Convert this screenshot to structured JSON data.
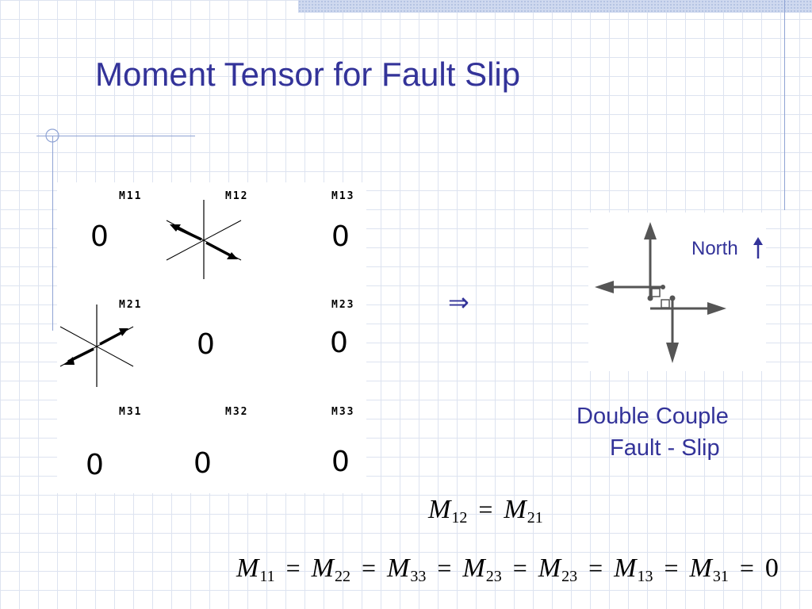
{
  "slide": {
    "title": "Moment Tensor for Fault Slip",
    "implies_symbol": "⇒",
    "north_label": "North",
    "double_couple_line1": "Double Couple",
    "double_couple_line2": "Fault - Slip"
  },
  "matrix": {
    "labels": {
      "m11": "M11",
      "m12": "M12",
      "m13": "M13",
      "m21": "M21",
      "m23": "M23",
      "m31": "M31",
      "m32": "M32",
      "m33": "M33"
    },
    "zero": "0"
  },
  "equations": {
    "eq1": {
      "m": "M",
      "sub_a": "12",
      "eq": "=",
      "sub_b": "21"
    },
    "eq2": {
      "m": "M",
      "subs": [
        "11",
        "22",
        "33",
        "23",
        "23",
        "13",
        "31"
      ],
      "eq": "=",
      "zero": "0"
    }
  },
  "icons": {
    "ornament": "crosshair-ornament-icon",
    "north": "north-arrow-icon",
    "double_couple": "double-couple-diagram-icon"
  },
  "colors": {
    "title": "#333399",
    "accent_line": "#8fa3d4",
    "grid": "#dde3f0"
  }
}
